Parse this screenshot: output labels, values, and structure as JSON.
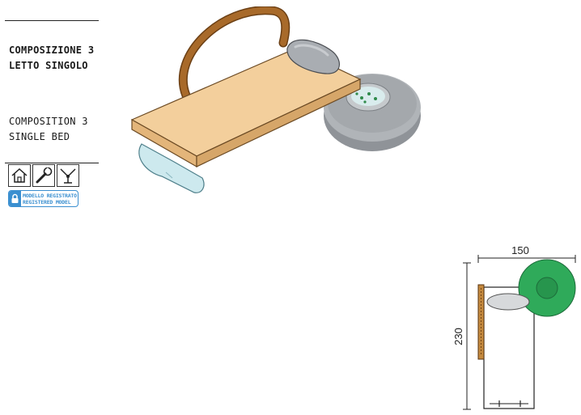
{
  "titles": {
    "italian_line1": "COMPOSIZIONE 3",
    "italian_line2": "LETTO SINGOLO",
    "english_line1": "COMPOSITION 3",
    "english_line2": "SINGLE BED"
  },
  "badge": {
    "line1": "MODELLO REGISTRATO",
    "line2": "REGISTERED MODEL"
  },
  "icons": [
    "home-icon",
    "wrench-icon",
    "assembly-icon",
    "lock-icon"
  ],
  "dimensions": {
    "width": "150",
    "height": "230"
  },
  "colors": {
    "bed_top": "#f3cf9c",
    "frame": "#a86a2a",
    "seat_grey": "#a9adb2",
    "glass": "#cde9ee",
    "plan_green": "#2faa5a",
    "badge_blue": "#3a8fd0"
  }
}
